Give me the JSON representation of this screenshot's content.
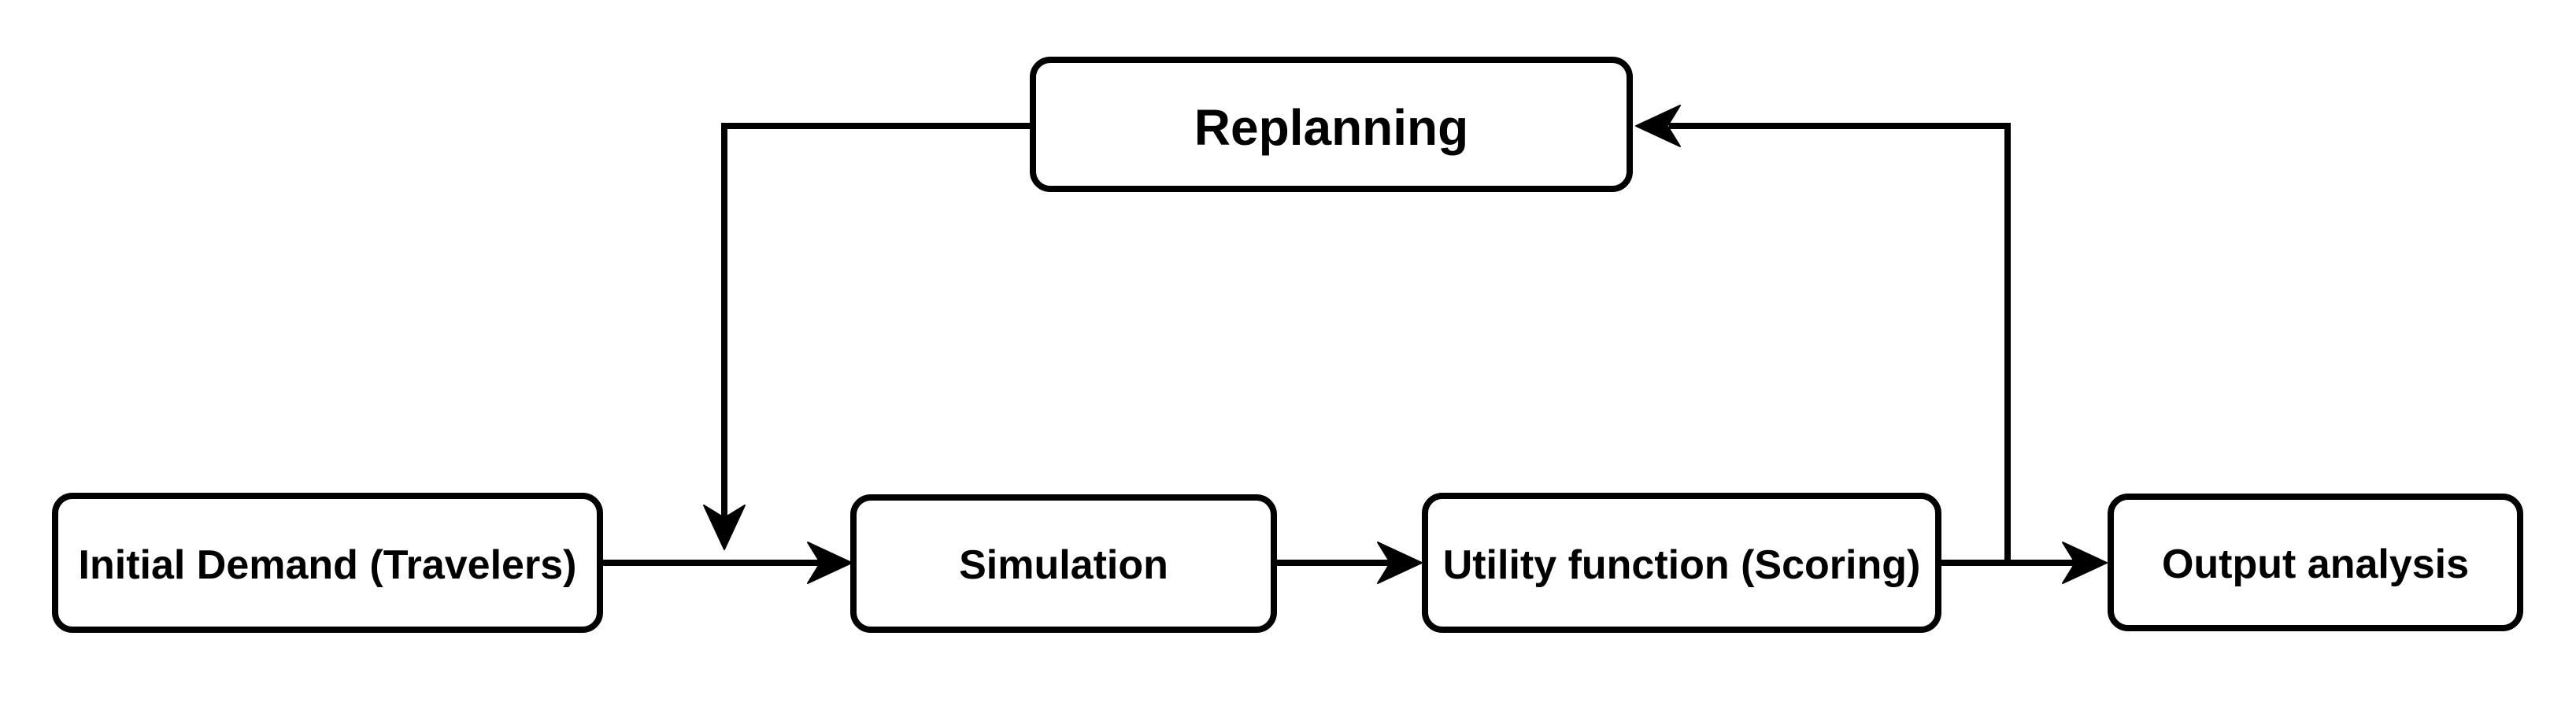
{
  "diagram": {
    "type": "flowchart",
    "colors": {
      "background": "#ffffff",
      "node_fill": "#ffffff",
      "stroke": "#000000",
      "text": "#000000"
    },
    "nodes": {
      "initial_demand": {
        "label": "Initial Demand (Travelers)"
      },
      "simulation": {
        "label": "Simulation"
      },
      "utility_function": {
        "label": "Utility function (Scoring)"
      },
      "output_analysis": {
        "label": "Output analysis"
      },
      "replanning": {
        "label": "Replanning"
      }
    },
    "edges": [
      {
        "from": "initial_demand",
        "to": "simulation",
        "style": "arrow-right"
      },
      {
        "from": "simulation",
        "to": "utility_function",
        "style": "arrow-right"
      },
      {
        "from": "utility_function",
        "to": "output_analysis",
        "style": "arrow-right"
      },
      {
        "from": "utility_function",
        "to": "replanning",
        "style": "branch-up-then-left-arrow"
      },
      {
        "from": "replanning",
        "to": "simulation",
        "style": "left-then-down-arrow-onto-connector"
      }
    ]
  }
}
